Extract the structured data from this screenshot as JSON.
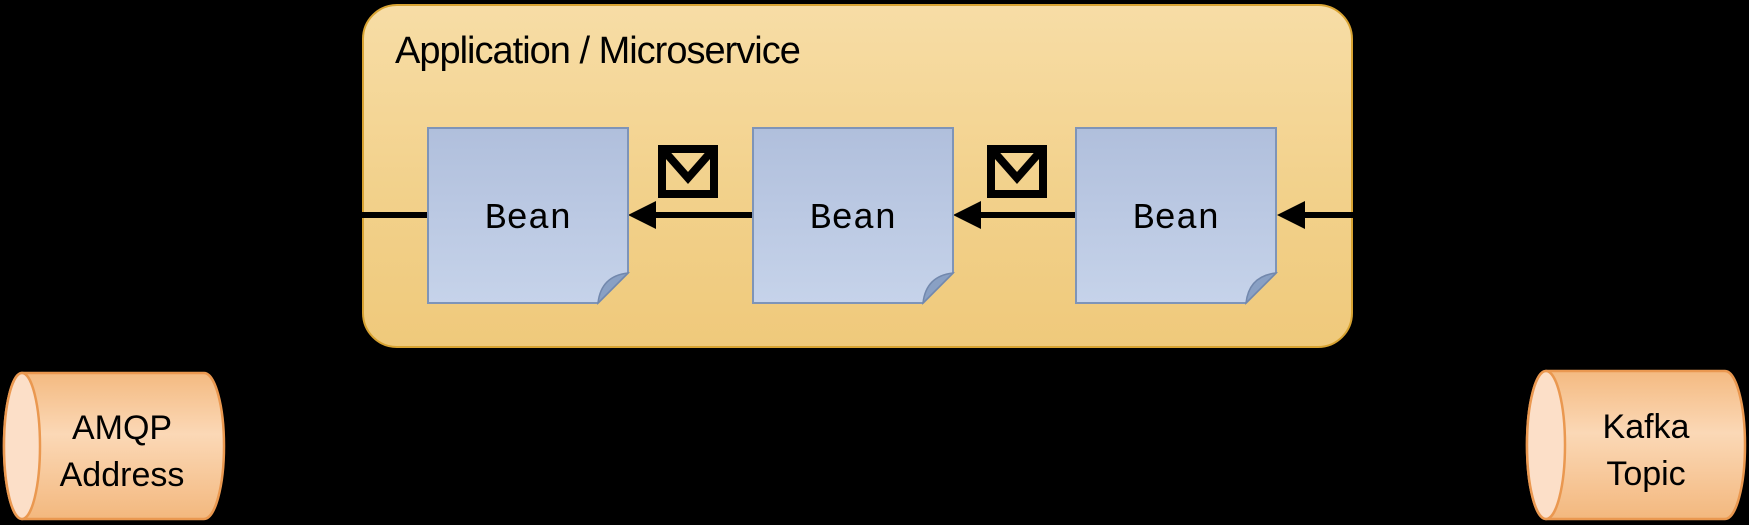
{
  "diagram": {
    "application": {
      "title": "Application / Microservice"
    },
    "beans": [
      {
        "label": "Bean"
      },
      {
        "label": "Bean"
      },
      {
        "label": "Bean"
      }
    ],
    "message_icons": [
      {
        "name": "envelope-icon"
      },
      {
        "name": "envelope-icon"
      }
    ],
    "endpoints": {
      "amqp": {
        "line1": "AMQP",
        "line2": "Address",
        "shape": "cylinder"
      },
      "kafka": {
        "line1": "Kafka",
        "line2": "Topic",
        "shape": "cylinder"
      }
    },
    "flow_direction": "right-to-left (Kafka Topic through Beans toward AMQP Address)",
    "colors": {
      "background": "#000000",
      "application_fill_top": "#f7dda6",
      "application_fill_bottom": "#efc97b",
      "application_border": "#d8a332",
      "bean_fill_top": "#b0bfdc",
      "bean_fill_bottom": "#c6d3ea",
      "bean_border": "#7e94b8",
      "bean_fold": "#89a0c4",
      "endpoint_fill": "#f9cda6",
      "endpoint_cap_fill": "#fcdfc8",
      "endpoint_border": "#ea9850",
      "connector": "#000000",
      "text": "#000000"
    }
  }
}
